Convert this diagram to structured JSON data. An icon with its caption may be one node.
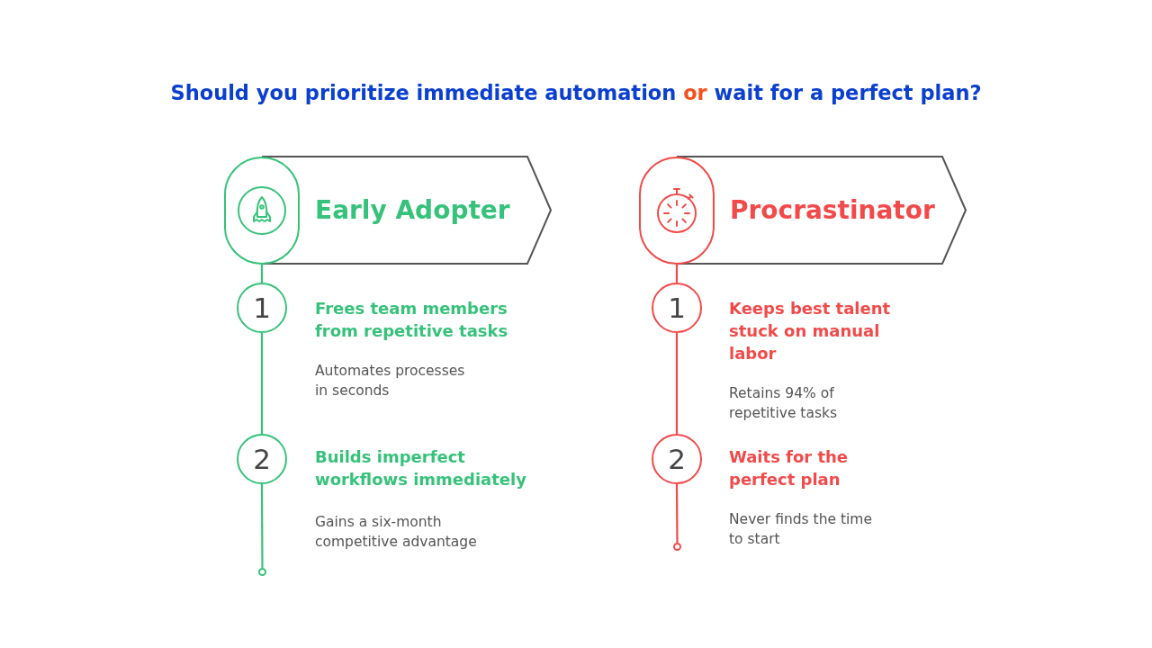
{
  "diagram": {
    "title": "Should you prioritize immediate automation **or** wait for a perfect plan?",
    "nodes": [
      {
        "text": [],
        "shape": "box"
      },
      {
        "text": [
          "Early Adopter"
        ]
      },
      {
        "text": [
          "1"
        ],
        "beside": [
          "Frees team members from repetitive tasks",
          "Automates processes in seconds"
        ]
      },
      {
        "text": [
          "2"
        ],
        "beside": [
          "Builds imperfect workflows immediately",
          "Gains a six-month competitive advantage"
        ]
      },
      {
        "text": [],
        "shape": "circle"
      },
      {
        "text": [],
        "shape": "box"
      },
      {
        "text": [
          "Procrastinator"
        ]
      },
      {
        "text": [
          "1"
        ],
        "beside": [
          "Keeps best talent stuck on manual labor",
          "Retains 94% of repetitive tasks"
        ]
      },
      {
        "text": [
          "2"
        ],
        "beside": [
          "Waits for the perfect plan",
          "Never finds the time to start"
        ]
      },
      {
        "text": [],
        "shape": "circle"
      }
    ],
    "edges": [
      {
        "from": 0,
        "to": 2,
        "arrow": "none",
        "color": "#36c27a"
      },
      {
        "from": 2,
        "to": 3,
        "arrow": "none",
        "color": "#36c27a"
      },
      {
        "from": 3,
        "to": 4,
        "arrow": "none",
        "color": "#36c27a"
      },
      {
        "from": 5,
        "to": 7,
        "arrow": "none",
        "color": "#f24a4a"
      },
      {
        "from": 7,
        "to": 8,
        "arrow": "none",
        "color": "#f24a4a"
      },
      {
        "from": 8,
        "to": 9,
        "arrow": "none",
        "color": "#f24a4a"
      }
    ]
  }
}
